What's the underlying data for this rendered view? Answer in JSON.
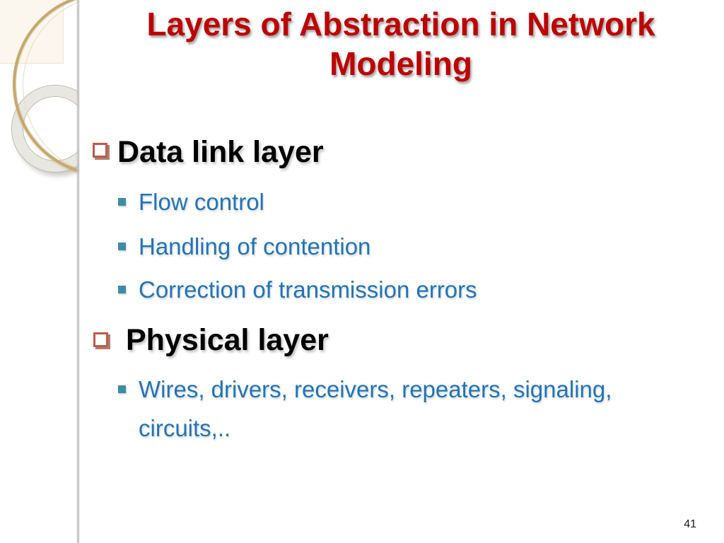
{
  "title": {
    "line1": "Layers of Abstraction in Network",
    "line2": "Modeling"
  },
  "content": {
    "items": [
      {
        "label": "Data link layer",
        "subs": [
          {
            "lines": [
              "Flow control"
            ]
          },
          {
            "lines": [
              "Handling of contention"
            ]
          },
          {
            "lines": [
              "Correction of transmission errors"
            ]
          }
        ]
      },
      {
        "label": "Physical layer",
        "subs": [
          {
            "lines": [
              "Wires, drivers, receivers, repeaters, signaling,",
              "circuits,.."
            ]
          }
        ]
      }
    ]
  },
  "footer": {
    "slide_number": "41"
  },
  "icons": {
    "level1_bullet": "open-square-bullet",
    "level2_bullet": "teal-square-bullet"
  },
  "colors": {
    "title_red": "#BE0000",
    "body_text_black": "#000000",
    "sub_text_blue": "#2274B8",
    "l1_bullet_red": "#C05A4A",
    "l2_bullet_teal": "#3D8CA6",
    "ring_gray": "#E9E7E2",
    "circle_gold": "#C6A96B",
    "divider_gray": "#C2C2C2",
    "cream_box": "#FBF7EE"
  }
}
